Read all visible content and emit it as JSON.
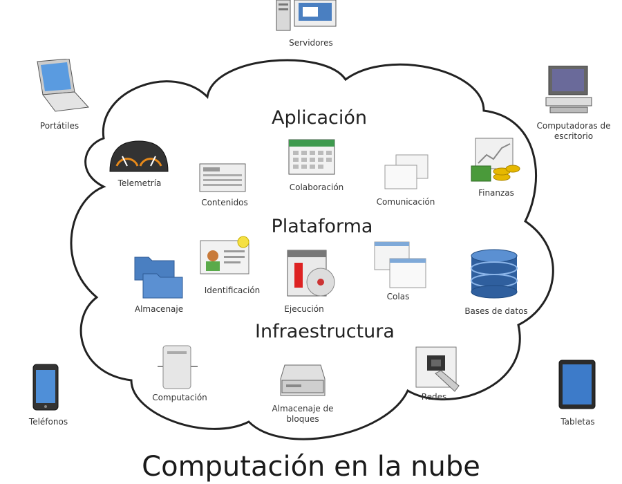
{
  "title": "Computación en la nube",
  "sections": {
    "aplicacion": "Aplicación",
    "plataforma": "Plataforma",
    "infraestructura": "Infraestructura"
  },
  "clients": {
    "servidores": "Servidores",
    "portatiles": "Portátiles",
    "escritorio": "Computadoras de escritorio",
    "telefonos": "Teléfonos",
    "tabletas": "Tabletas"
  },
  "aplicacion_items": {
    "telemetria": "Telemetría",
    "contenidos": "Contenidos",
    "colaboracion": "Colaboración",
    "comunicacion": "Comunicación",
    "finanzas": "Finanzas"
  },
  "plataforma_items": {
    "almacenaje": "Almacenaje",
    "identificacion": "Identificación",
    "ejecucion": "Ejecución",
    "colas": "Colas",
    "bases_datos": "Bases de datos"
  },
  "infra_items": {
    "computacion": "Computación",
    "bloques": "Almacenaje de bloques",
    "redes": "Redes"
  },
  "icons": {
    "servidores": "server-icon",
    "portatiles": "laptop-icon",
    "escritorio": "desktop-computer-icon",
    "telefonos": "smartphone-icon",
    "tabletas": "tablet-icon",
    "telemetria": "gauge-dashboard-icon",
    "contenidos": "news-document-icon",
    "colaboracion": "calendar-icon",
    "comunicacion": "chat-windows-icon",
    "finanzas": "money-chart-icon",
    "almacenaje": "folders-icon",
    "identificacion": "id-card-icon",
    "ejecucion": "executable-disc-icon",
    "colas": "stacked-windows-icon",
    "bases_datos": "database-icon",
    "computacion": "compute-node-icon",
    "bloques": "hard-drive-icon",
    "redes": "network-port-icon"
  },
  "colors": {
    "cloud_stroke": "#222222",
    "accent_blue": "#4a7fc1",
    "accent_gold": "#e6b800",
    "accent_green": "#4a9a3a"
  }
}
